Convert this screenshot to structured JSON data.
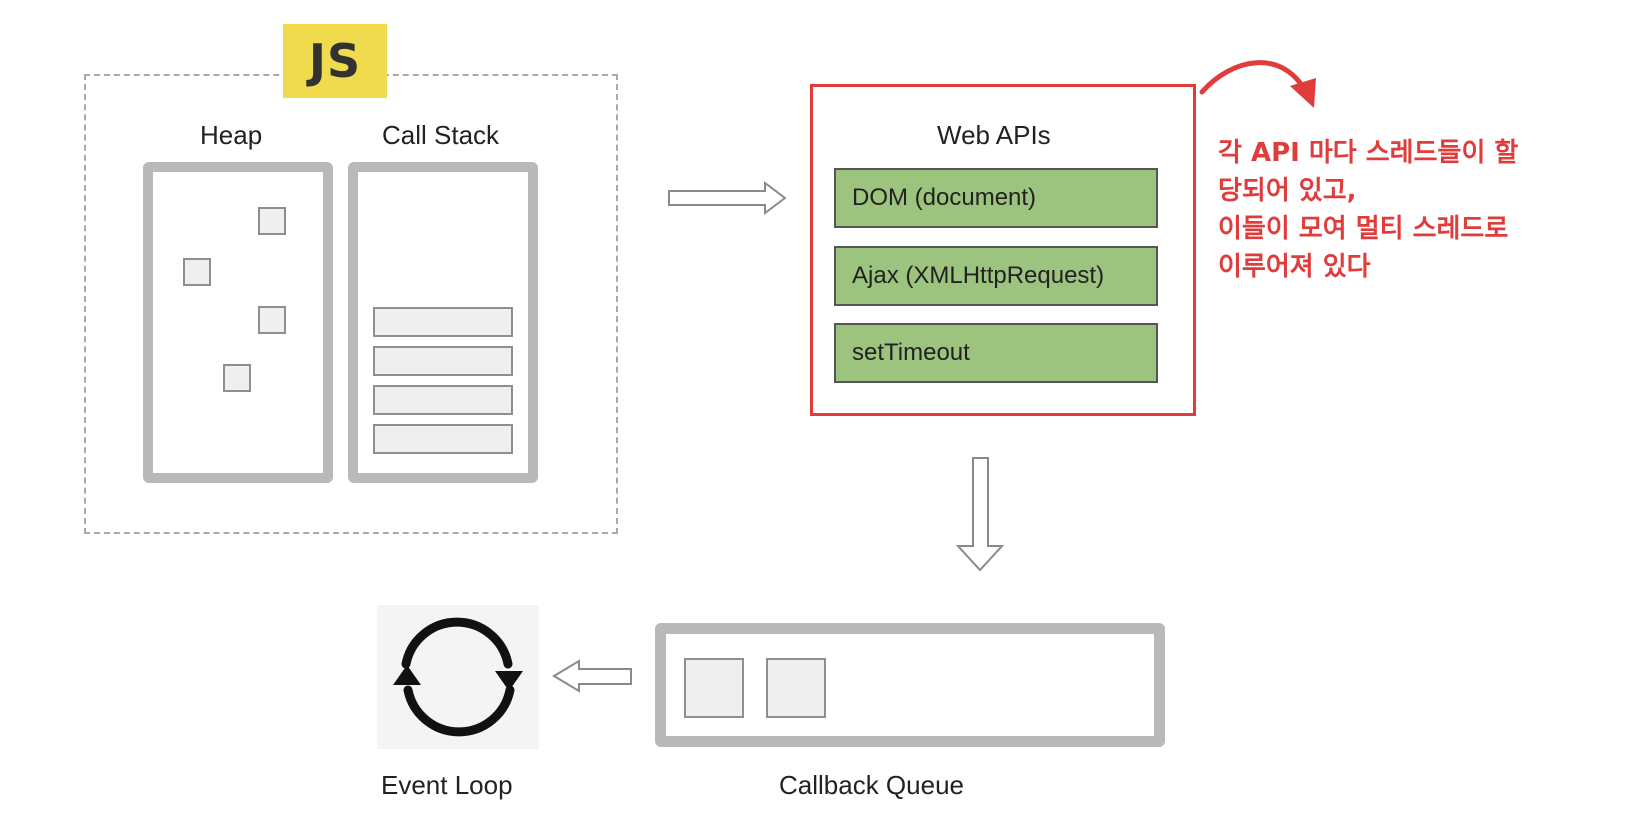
{
  "js_badge": "JS",
  "runtime": {
    "heap_label": "Heap",
    "call_stack_label": "Call Stack"
  },
  "web_apis": {
    "title": "Web APIs",
    "items": [
      "DOM (document)",
      "Ajax (XMLHttpRequest)",
      "setTimeout"
    ],
    "note_lines": [
      "각 API 마다 스레드들이 할",
      "당되어 있고,",
      "이들이 모여 멀티 스레드로",
      "이루어져 있다"
    ]
  },
  "event_loop_label": "Event Loop",
  "callback_queue_label": "Callback Queue",
  "colors": {
    "js_badge": "#f0db4f",
    "api_item": "#9cc47e",
    "highlight": "#e03c3c",
    "frame": "#b9b9b9"
  }
}
